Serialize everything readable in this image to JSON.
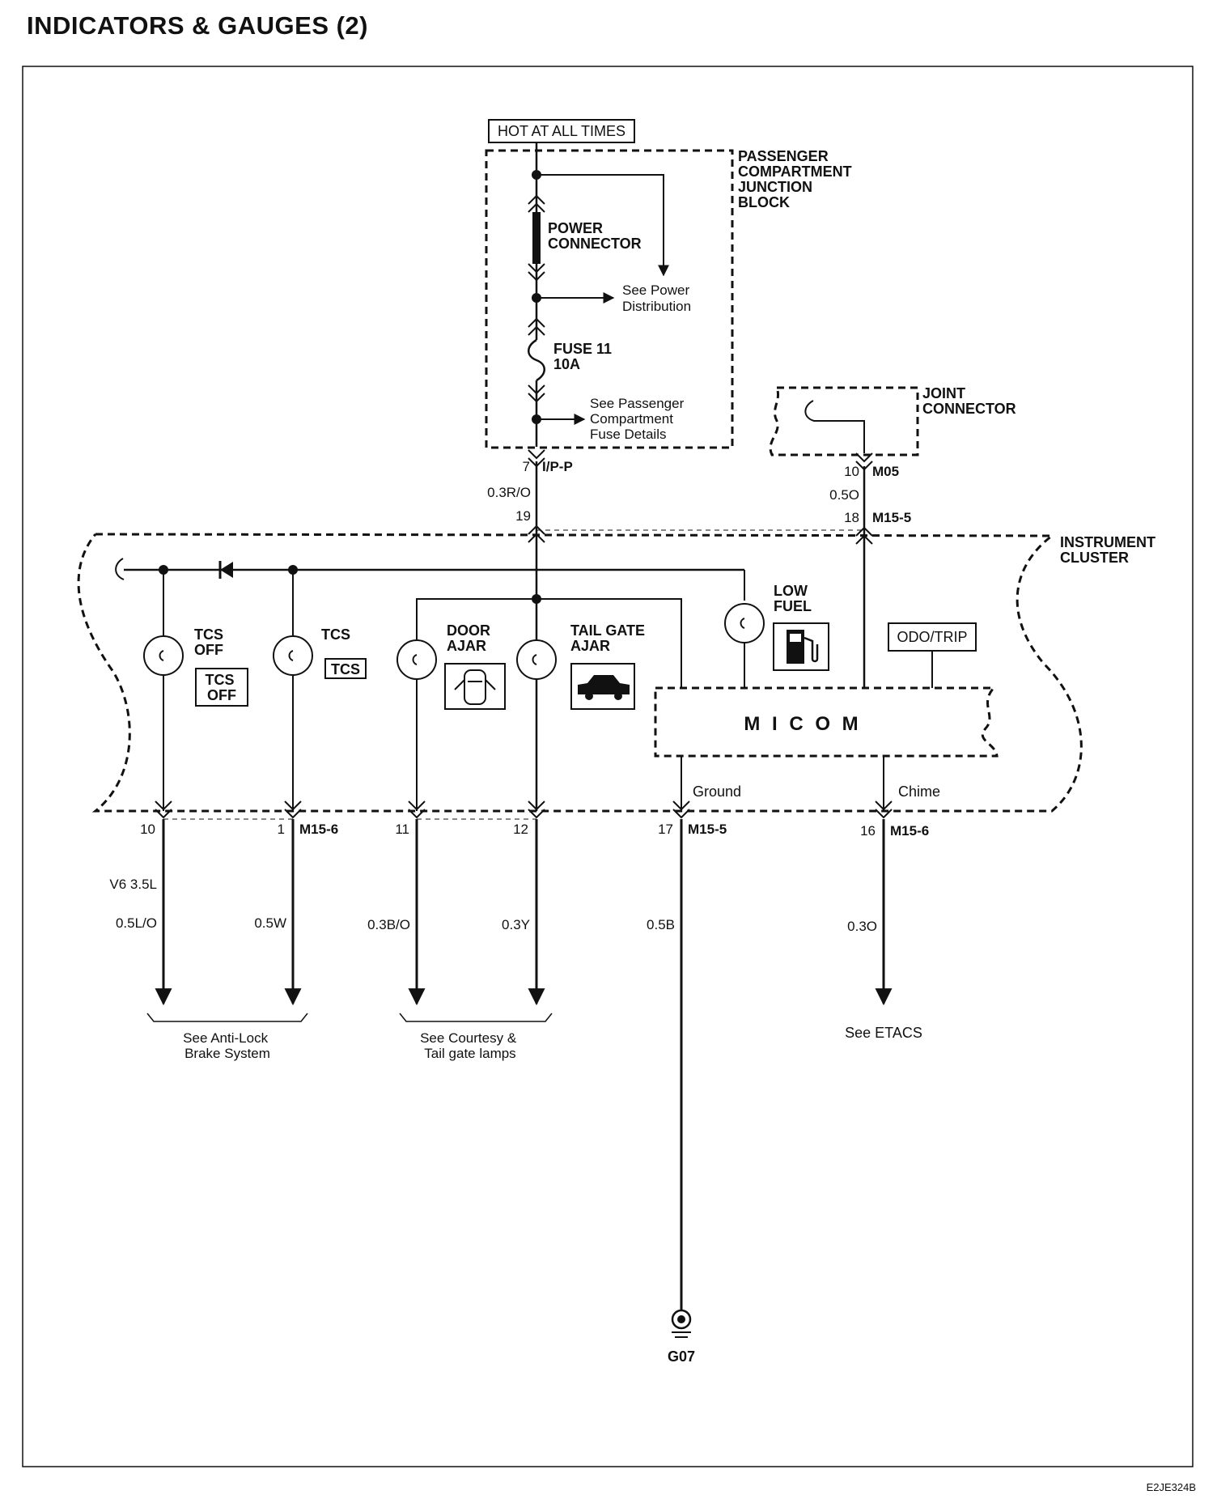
{
  "title": "INDICATORS & GAUGES (2)",
  "doc_code": "E2JE324B",
  "power": {
    "source_label": "HOT AT ALL TIMES",
    "junction_block": [
      "PASSENGER",
      "COMPARTMENT",
      "JUNCTION",
      "BLOCK"
    ],
    "power_connector": [
      "POWER",
      "CONNECTOR"
    ],
    "see_power": [
      "See Power",
      "Distribution"
    ],
    "fuse": [
      "FUSE 11",
      "10A"
    ],
    "see_fuse": [
      "See Passenger",
      "Compartment",
      "Fuse Details"
    ]
  },
  "joint_connector": [
    "JOINT",
    "CONNECTOR"
  ],
  "instrument_cluster": [
    "INSTRUMENT",
    "CLUSTER"
  ],
  "upper_pins": {
    "ip_pin": "7",
    "ip_conn": "I/P-P",
    "ip_wire": "0.3R/O",
    "ip_cluster_pin": "19",
    "jc_pin": "10",
    "jc_conn": "M05",
    "jc_wire": "0.5O",
    "jc_cluster_pin": "18",
    "jc_cluster_conn": "M15-5"
  },
  "indicators": {
    "tcs_off": [
      "TCS",
      "OFF"
    ],
    "tcs_off_symbol": [
      "TCS",
      "OFF"
    ],
    "tcs": "TCS",
    "tcs_symbol": "TCS",
    "door_ajar": [
      "DOOR",
      "AJAR"
    ],
    "tail_gate_ajar": [
      "TAIL GATE",
      "AJAR"
    ],
    "low_fuel": [
      "LOW",
      "FUEL"
    ],
    "odo_trip": "ODO/TRIP",
    "micom": "M I C O M",
    "ground": "Ground",
    "chime": "Chime"
  },
  "lower_pins": [
    {
      "pin": "10",
      "conn": "",
      "note": "V6 3.5L",
      "wire": "0.5L/O"
    },
    {
      "pin": "1",
      "conn": "M15-6",
      "note": "",
      "wire": "0.5W"
    },
    {
      "pin": "11",
      "conn": "",
      "note": "",
      "wire": "0.3B/O"
    },
    {
      "pin": "12",
      "conn": "",
      "note": "",
      "wire": "0.3Y"
    },
    {
      "pin": "17",
      "conn": "M15-5",
      "note": "",
      "wire": "0.5B"
    },
    {
      "pin": "16",
      "conn": "M15-6",
      "note": "",
      "wire": "0.3O"
    }
  ],
  "destinations": {
    "abs": [
      "See Anti-Lock",
      "Brake System"
    ],
    "courtesy": [
      "See Courtesy &",
      "Tail gate lamps"
    ],
    "etacs": "See ETACS",
    "ground_point": "G07"
  }
}
